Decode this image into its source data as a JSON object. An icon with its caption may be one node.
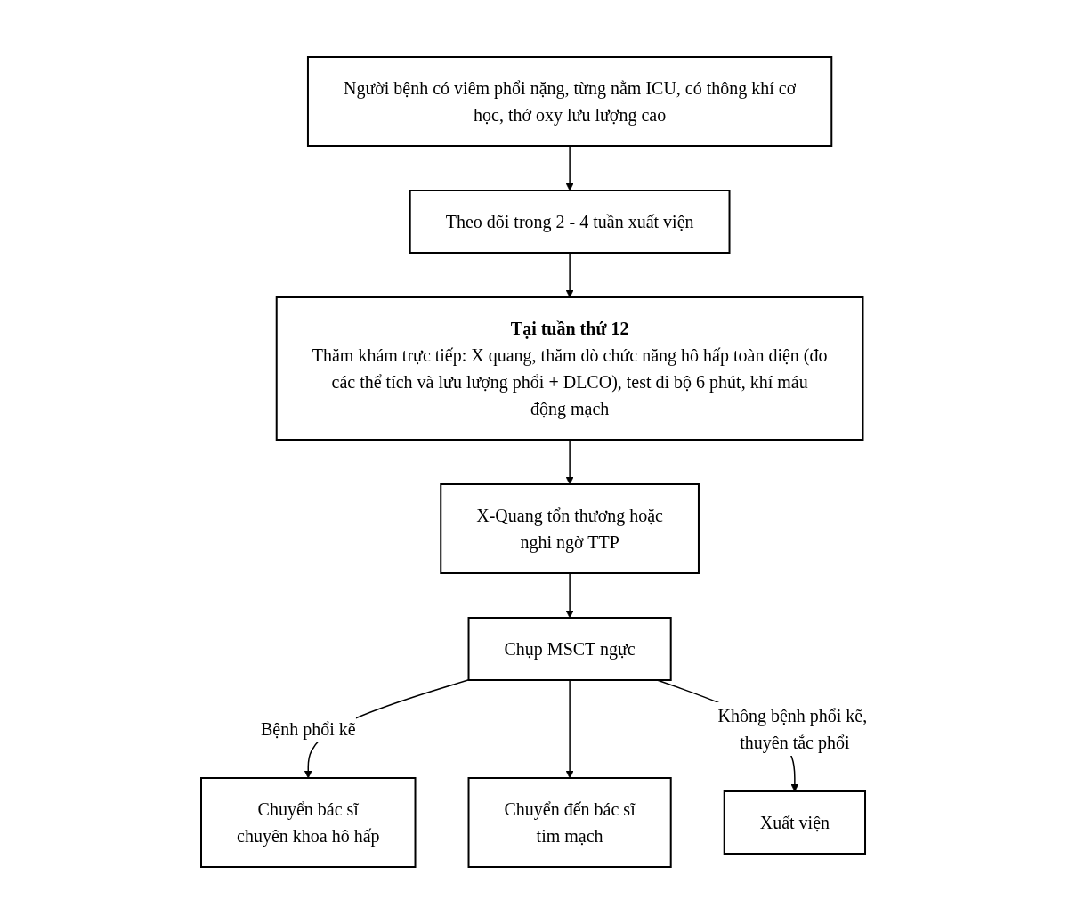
{
  "diagram": {
    "nodes": [
      {
        "text": [
          "Người bệnh có viêm phổi nặng, từng nằm ICU, có thông khí cơ học, thở oxy lưu lượng cao"
        ]
      },
      {
        "text": [
          "Theo dõi trong 2 - 4 tuần xuất viện"
        ]
      },
      {
        "text": [
          "Tại tuần thứ 12",
          "Thăm khám trực tiếp: X quang, thăm dò chức năng hô hấp toàn diện (đo các thể tích và lưu lượng phổi + DLCO), test đi bộ 6 phút, khí máu động mạch"
        ]
      },
      {
        "text": [
          "X-Quang tổn thương hoặc nghi ngờ TTP"
        ]
      },
      {
        "text": [
          "Chuyển bác sĩ chuyên khoa hô hấp"
        ]
      },
      {
        "text": [
          "Chụp MSCT ngực"
        ]
      },
      {
        "text": [
          "Chuyển đến bác sĩ tim mạch"
        ]
      },
      {
        "text": [
          "Xuất viện"
        ]
      }
    ],
    "edges": [
      {
        "from": 0,
        "to": 1,
        "arrow": "to"
      },
      {
        "from": 1,
        "to": 2,
        "arrow": "to"
      },
      {
        "from": 2,
        "to": 3,
        "arrow": "to"
      },
      {
        "from": 3,
        "to": 5,
        "arrow": "to"
      },
      {
        "from": 5,
        "to": 4,
        "arrow": "to",
        "label": "Bệnh phổi kẽ"
      },
      {
        "from": 5,
        "to": 6,
        "arrow": "to"
      },
      {
        "from": 5,
        "to": 7,
        "arrow": "to",
        "label": "Không bệnh phổi kẽ, thuyên tắc phổi"
      }
    ]
  }
}
